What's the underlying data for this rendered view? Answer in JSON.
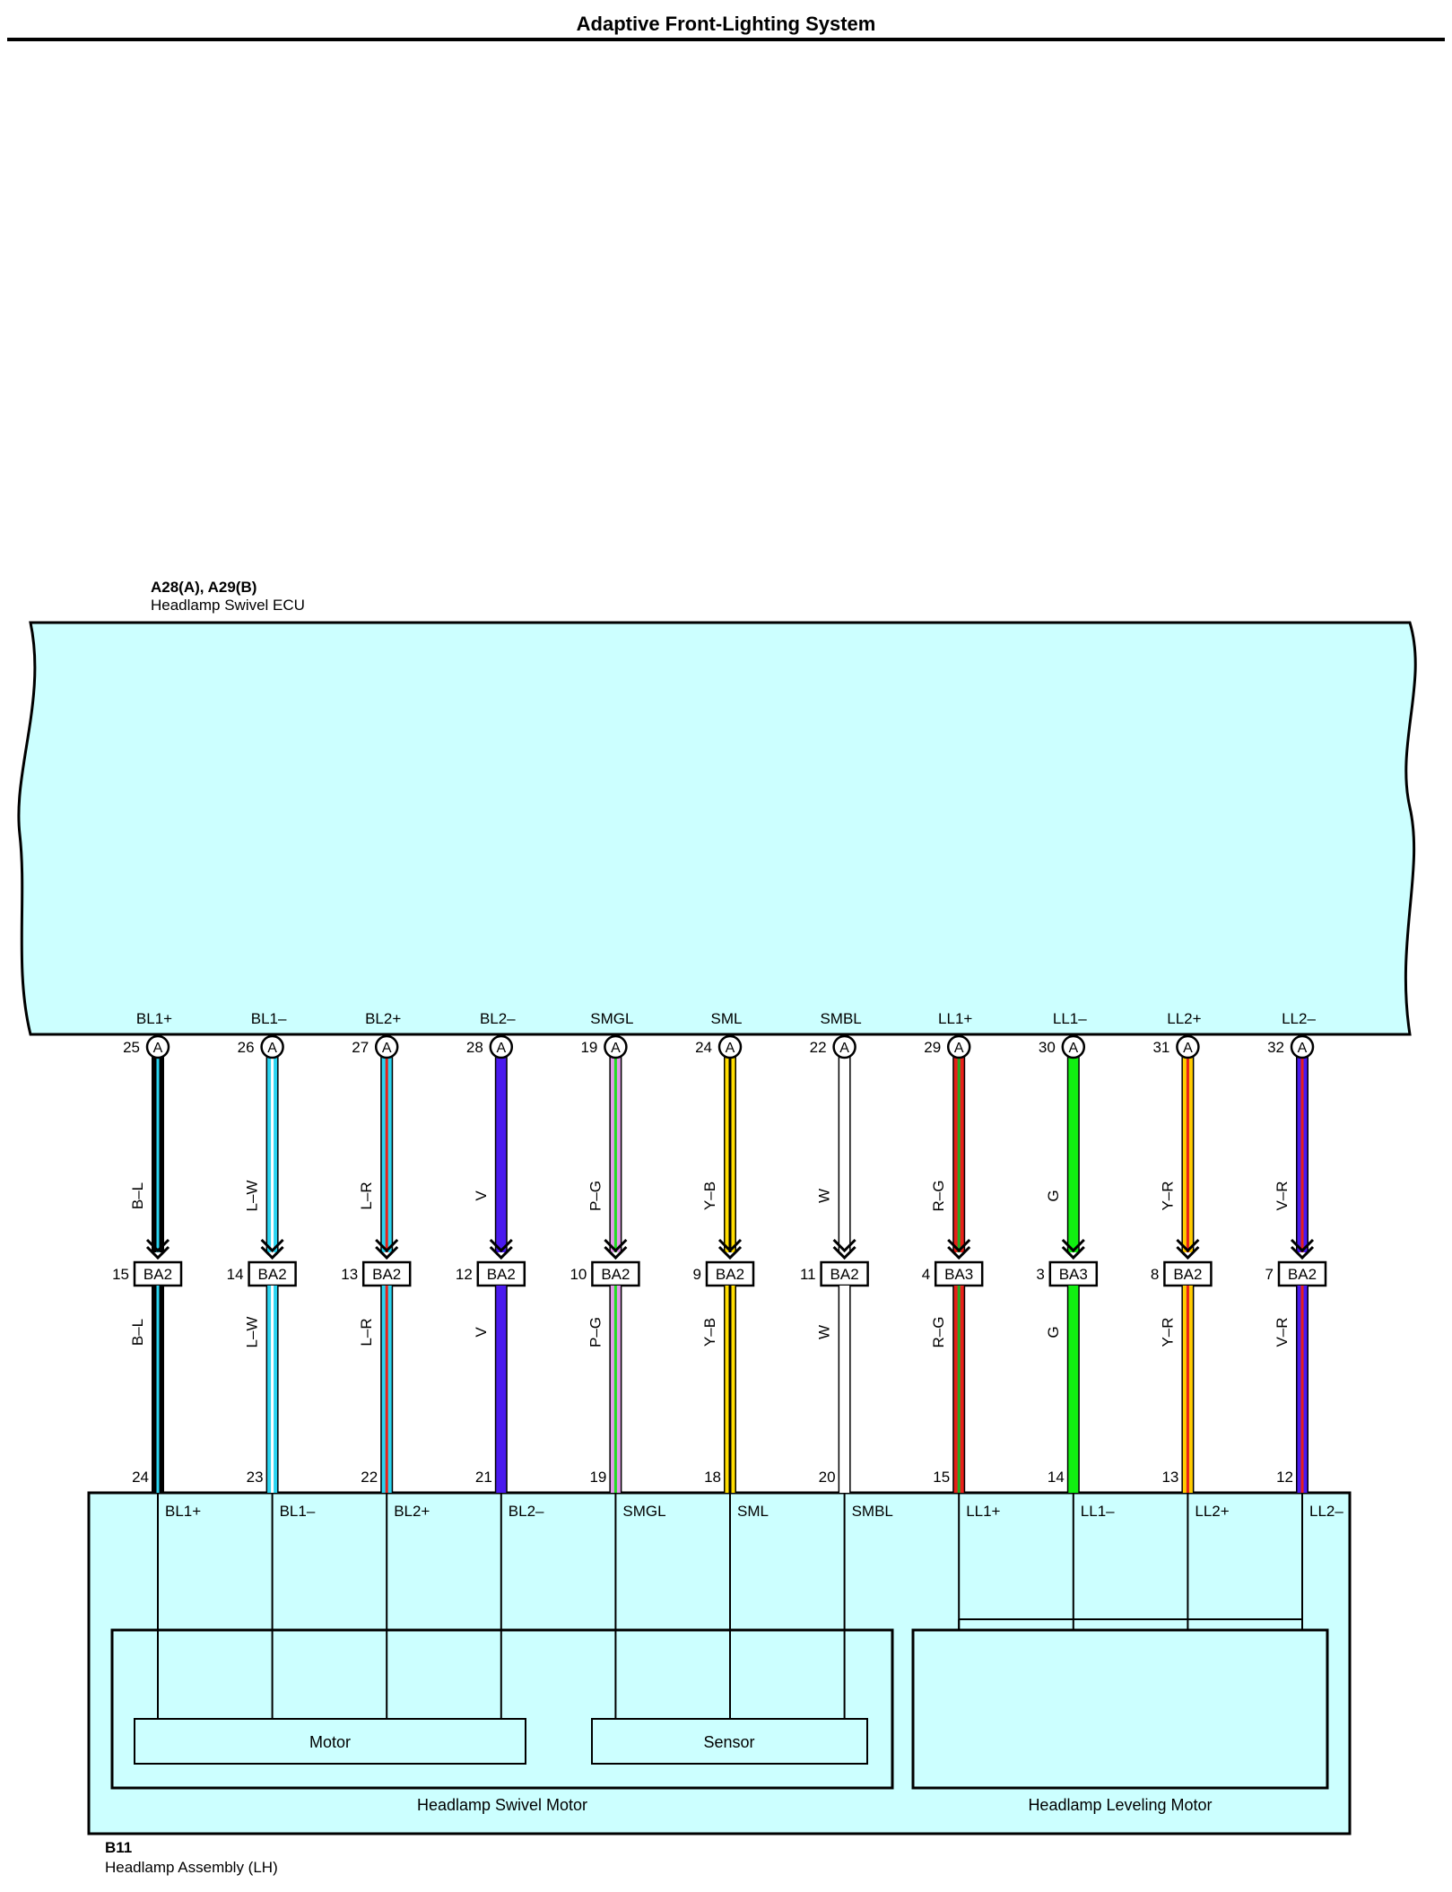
{
  "header": {
    "title": "Adaptive Front-Lighting System"
  },
  "ecu": {
    "code": "A28(A), A29(B)",
    "name": "Headlamp Swivel ECU",
    "fill": "#ccffff"
  },
  "assembly": {
    "code": "B11",
    "name": "Headlamp Assembly (LH)",
    "swivel_motor_label": "Headlamp Swivel Motor",
    "leveling_motor_label": "Headlamp Leveling Motor",
    "motor_label": "Motor",
    "sensor_label": "Sensor",
    "fill": "#ccffff"
  },
  "connector_letter": "A",
  "wires": [
    {
      "signal": "BL1+",
      "ecu_pin": "25",
      "wire": "B–L",
      "junction_pin": "15",
      "junction": "BA2",
      "load_pin": "24",
      "colors": [
        "#000000",
        "#2ad4f0"
      ],
      "dest": "motor"
    },
    {
      "signal": "BL1–",
      "ecu_pin": "26",
      "wire": "L–W",
      "junction_pin": "14",
      "junction": "BA2",
      "load_pin": "23",
      "colors": [
        "#2ad4f0",
        "#ffffff"
      ],
      "dest": "motor"
    },
    {
      "signal": "BL2+",
      "ecu_pin": "27",
      "wire": "L–R",
      "junction_pin": "13",
      "junction": "BA2",
      "load_pin": "22",
      "colors": [
        "#2ad4f0",
        "#e8201a"
      ],
      "dest": "motor"
    },
    {
      "signal": "BL2–",
      "ecu_pin": "28",
      "wire": "V",
      "junction_pin": "12",
      "junction": "BA2",
      "load_pin": "21",
      "colors": [
        "#4a1aee"
      ],
      "dest": "motor"
    },
    {
      "signal": "SMGL",
      "ecu_pin": "19",
      "wire": "P–G",
      "junction_pin": "10",
      "junction": "BA2",
      "load_pin": "19",
      "colors": [
        "#e39ce8",
        "#22dd22"
      ],
      "dest": "sensor"
    },
    {
      "signal": "SML",
      "ecu_pin": "24",
      "wire": "Y–B",
      "junction_pin": "9",
      "junction": "BA2",
      "load_pin": "18",
      "colors": [
        "#ffdd00",
        "#000000"
      ],
      "dest": "sensor"
    },
    {
      "signal": "SMBL",
      "ecu_pin": "22",
      "wire": "W",
      "junction_pin": "11",
      "junction": "BA2",
      "load_pin": "20",
      "colors": [
        "#ffffff"
      ],
      "dest": "sensor"
    },
    {
      "signal": "LL1+",
      "ecu_pin": "29",
      "wire": "R–G",
      "junction_pin": "4",
      "junction": "BA3",
      "load_pin": "15",
      "colors": [
        "#e8201a",
        "#22aa22"
      ],
      "dest": "leveling"
    },
    {
      "signal": "LL1–",
      "ecu_pin": "30",
      "wire": "G",
      "junction_pin": "3",
      "junction": "BA3",
      "load_pin": "14",
      "colors": [
        "#11ee11"
      ],
      "dest": "leveling"
    },
    {
      "signal": "LL2+",
      "ecu_pin": "31",
      "wire": "Y–R",
      "junction_pin": "8",
      "junction": "BA2",
      "load_pin": "13",
      "colors": [
        "#ffcc00",
        "#e8201a"
      ],
      "dest": "leveling"
    },
    {
      "signal": "LL2–",
      "ecu_pin": "32",
      "wire": "V–R",
      "junction_pin": "7",
      "junction": "BA2",
      "load_pin": "12",
      "colors": [
        "#4a1aee",
        "#e8201a"
      ],
      "dest": "leveling"
    }
  ]
}
